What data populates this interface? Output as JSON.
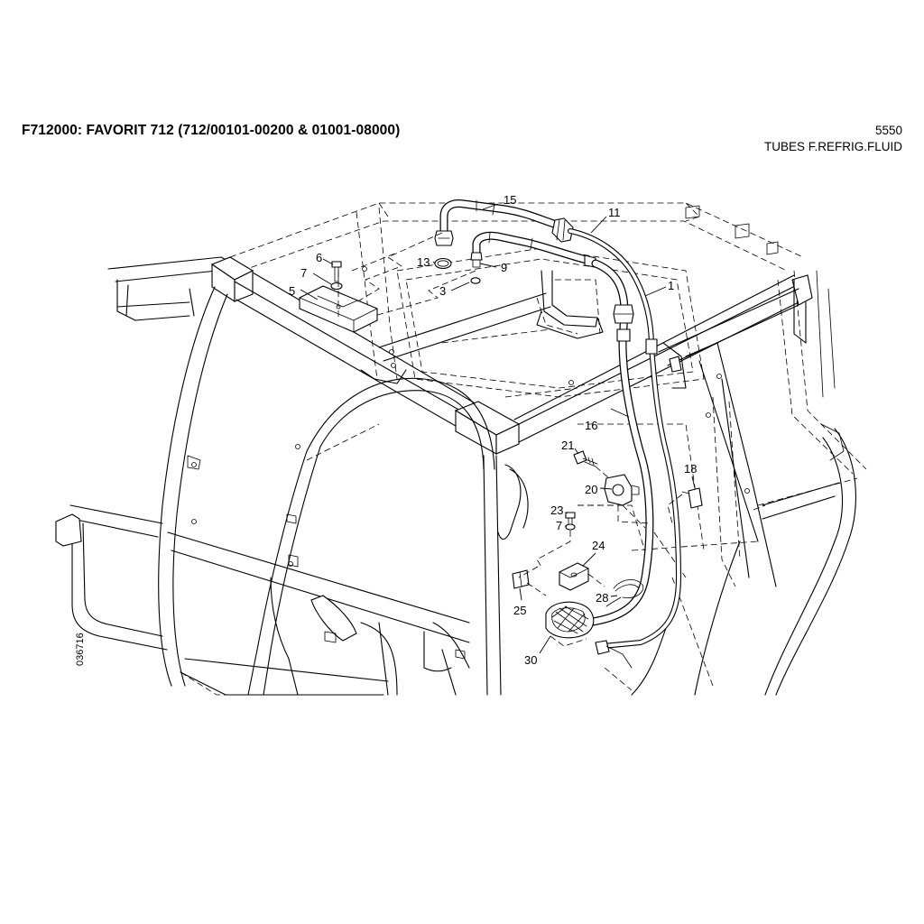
{
  "header": {
    "title": "F712000: FAVORIT 712 (712/00101-00200 & 01001-08000)",
    "group_code": "5550",
    "group_name": "TUBES F.REFRIG.FLUID"
  },
  "diagram": {
    "doc_id": "036716",
    "callouts": [
      {
        "id": "15",
        "label": "15"
      },
      {
        "id": "11",
        "label": "11"
      },
      {
        "id": "1",
        "label": "1"
      },
      {
        "id": "6",
        "label": "6"
      },
      {
        "id": "7a",
        "label": "7"
      },
      {
        "id": "5",
        "label": "5"
      },
      {
        "id": "13",
        "label": "13"
      },
      {
        "id": "9",
        "label": "9"
      },
      {
        "id": "3",
        "label": "3"
      },
      {
        "id": "16",
        "label": "16"
      },
      {
        "id": "21",
        "label": "21"
      },
      {
        "id": "20",
        "label": "20"
      },
      {
        "id": "18",
        "label": "18"
      },
      {
        "id": "23",
        "label": "23"
      },
      {
        "id": "7b",
        "label": "7"
      },
      {
        "id": "24",
        "label": "24"
      },
      {
        "id": "25",
        "label": "25"
      },
      {
        "id": "28",
        "label": "28"
      },
      {
        "id": "30",
        "label": "30"
      }
    ]
  }
}
